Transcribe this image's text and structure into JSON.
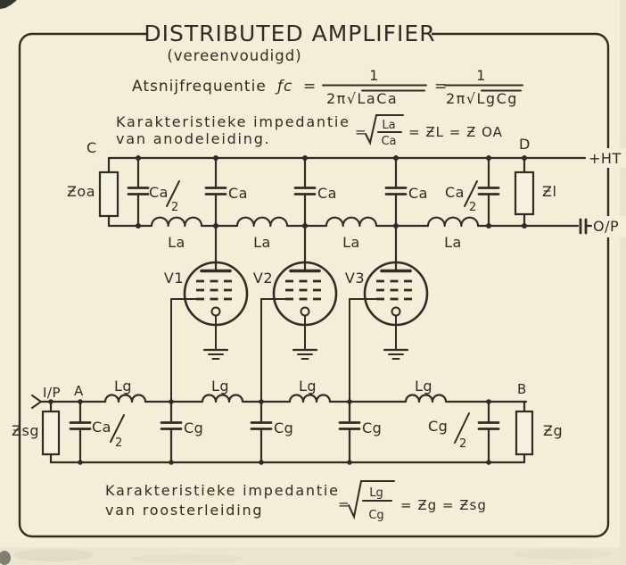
{
  "title": "DISTRIBUTED AMPLIFIER",
  "subtitle": "(vereenvoudigd)",
  "colors": {
    "paper": "#f4eed8",
    "ink": "#2e2c25"
  },
  "formulas": {
    "cutoff": {
      "prefix": "Atsnijfrequentie",
      "symbol": "ƒc",
      "equals": "=",
      "numerator": "1",
      "denominator_anode": "2π√LaCa",
      "denominator_grid": "2π√LgCg"
    },
    "anode_impedance": {
      "line1": "Karakteristieke impedantie",
      "line2": "van anodeleiding.",
      "equals": "=",
      "numerator": "La",
      "denominator": "Ca",
      "result": "= ƵL = Ƶ OA"
    },
    "grid_impedance": {
      "line1": "Karakteristieke impedantie",
      "line2": "van roosterleiding",
      "equals": "=",
      "numerator": "Lg",
      "denominator": "Cg",
      "result": "= Ƶg = Ƶsg"
    }
  },
  "anode_line": {
    "node_c": "C",
    "node_d": "D",
    "supply": "+HT",
    "output": "O/P",
    "term_left": "Ƶoa",
    "term_right": "Ƶl",
    "cap": "Ca",
    "half": "2",
    "inductor": "La"
  },
  "tubes": {
    "v1": "V1",
    "v2": "V2",
    "v3": "V3"
  },
  "grid_line": {
    "input": "I/P",
    "node_a": "A",
    "node_b": "B",
    "term_left": "Ƶsg",
    "term_right": "Ƶg",
    "cap_first": "Ca",
    "cap": "Cg",
    "half": "2",
    "inductor": "Lg"
  }
}
